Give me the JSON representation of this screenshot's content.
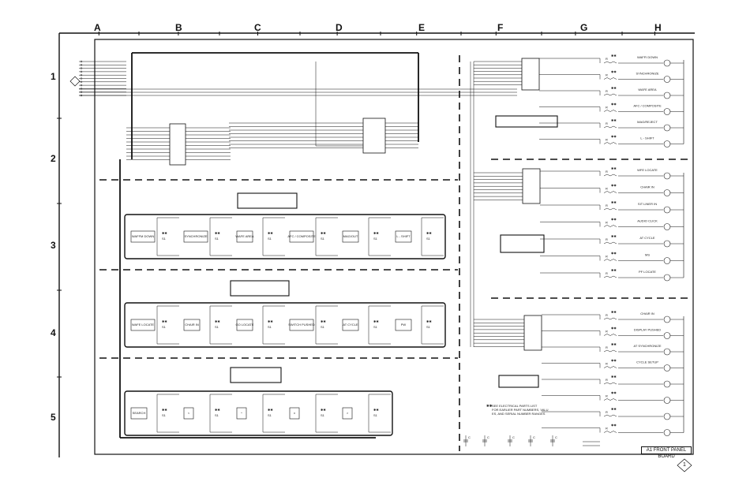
{
  "columns": [
    "A",
    "B",
    "C",
    "D",
    "E",
    "F",
    "G",
    "H"
  ],
  "rows": [
    "1",
    "2",
    "3",
    "4",
    "5"
  ],
  "board_title": "A1 FRONT PANEL BOARD",
  "sheet_number": "1",
  "note": "SEE ELECTRICAL PARTS LIST FOR EARLIER PART NUMBERS, VALUES, AND SERIAL NUMBER RANGES",
  "left_switch_rows": [
    [
      "WAFFM DOWN",
      "SYNCHRONIZE",
      "WAFE AREA",
      "AFC / COMPOSITE",
      "MAG/OUT",
      "L - SHIFT"
    ],
    [
      "WAFE LOCATE",
      "CHAIR IN",
      "GO LOCATE",
      "SWITCH PUSHED",
      "AT CYCLE",
      "PW"
    ],
    [
      "SEARCH",
      "<",
      "^",
      "v",
      ">"
    ]
  ],
  "right_leds_top": [
    "WAFFI DOWN",
    "SYNCHRONIZE",
    "WAFE AREA",
    "AFC / COMPOSITE",
    "MAG/REJECT",
    "L - SHIFT"
  ],
  "right_leds_mid": [
    "WFE LOCATE",
    "CHAIR IN",
    "SIT LINER IN",
    "AUDIO CLICK",
    "AT CYCLE",
    "MS",
    "PF LOCATE"
  ],
  "right_leds_bot": [
    "CHAIR IN",
    "DISPLAY PUSHED",
    "AT SYNCHRONIZE",
    "CYCLE SETUP",
    "",
    "",
    "",
    ""
  ]
}
